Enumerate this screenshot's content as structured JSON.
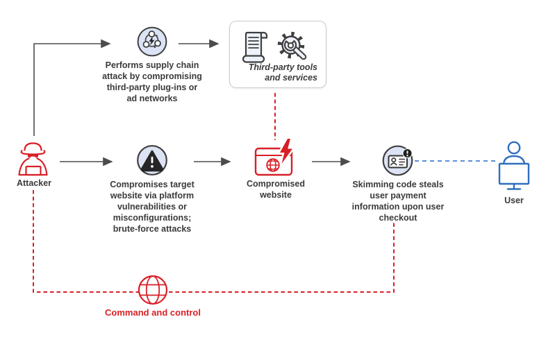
{
  "colors": {
    "red": "#d81f26",
    "blue-dash": "#5b8ed8",
    "user-blue": "#2e6fbf",
    "icon-fill": "#dbe3f4",
    "icon-stroke": "#3f3f3f",
    "glyph-fill": "#eef2fa",
    "line-gray": "#4c4c4c",
    "text": "#3a3a3a",
    "box-border": "#cbcbcb"
  },
  "nodes": {
    "attacker": {
      "label": "Attacker"
    },
    "supply_chain_step": {
      "label": "Performs supply chain attack by compromising third-party plug-ins or ad networks"
    },
    "third_party": {
      "label": "Third-party tools and services"
    },
    "compromise_step": {
      "label": "Compromises target website via platform vulnerabilities or misconfigurations; brute-force attacks"
    },
    "compromised_website": {
      "label": "Compromised website"
    },
    "skimming_step": {
      "label": "Skimming code steals user payment information upon user checkout"
    },
    "user": {
      "label": "User"
    },
    "command_and_control": {
      "label": "Command and control"
    }
  },
  "icons": {
    "attacker": "spy-icon",
    "supply_chain": "supply-chain-network-icon",
    "third_party_scroll": "scroll-icon",
    "third_party_gear": "gear-wrench-icon",
    "compromise": "warning-triangle-icon",
    "compromised_website": "browser-lightning-icon",
    "skimming": "id-card-alert-icon",
    "user": "person-at-monitor-icon",
    "command_and_control": "globe-icon"
  }
}
